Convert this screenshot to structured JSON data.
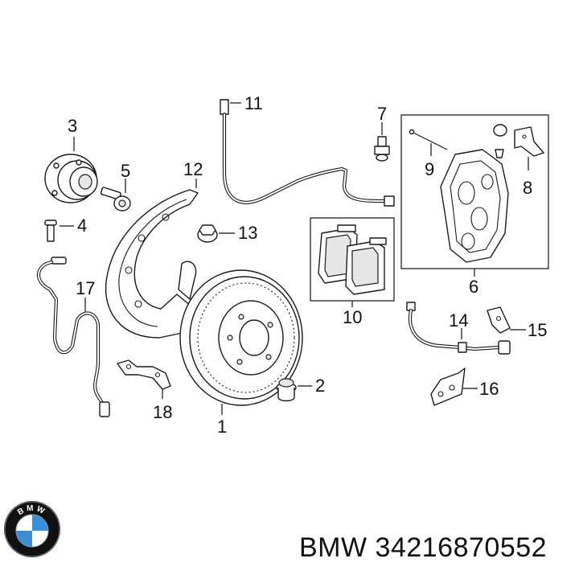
{
  "callouts": {
    "c1": "1",
    "c2": "2",
    "c3": "3",
    "c4": "4",
    "c5": "5",
    "c6": "6",
    "c7": "7",
    "c8": "8",
    "c9": "9",
    "c10": "10",
    "c11": "11",
    "c12": "12",
    "c13": "13",
    "c14": "14",
    "c15": "15",
    "c16": "16",
    "c17": "17",
    "c18": "18"
  },
  "footer": {
    "brand": "BMW",
    "part_number": "34216870552",
    "logo_letters": "BMW"
  },
  "colors": {
    "logo_blue": "#3a8fd6",
    "logo_ring": "#111111"
  }
}
